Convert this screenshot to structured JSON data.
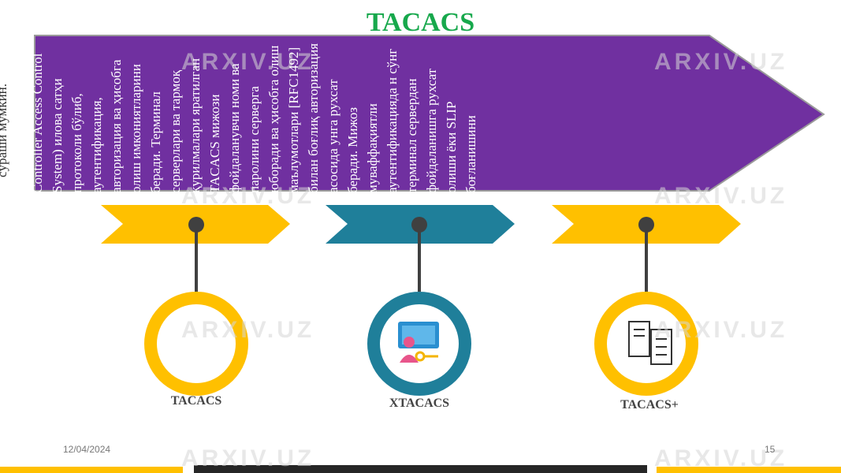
{
  "title": "TACACS",
  "body_text": "TACACS (Terminal Access Controller Access Control System) илова сатҳи протоколи бўлиб, аутентификация, авторизация ва ҳисобга олиш имкониятларини беради. Терминал серверлари ва тармоқ қурилмалари яратилган TACACS мижози фойдаланувчи номи ва паролини серверга юборади ва ҳисобга олиш маълумотлари [RFC1492] билан боғлиқ авторизация асосида унга рухсат беради. Мижоз муваффақиятли аутентификацияда н сўнг терминал сервердан фойдаланишга рухсат олиши ёки SLIP боғланишини",
  "body_overflow": "сўраши мумкин.",
  "items": [
    {
      "label": "TACACS",
      "color": "#FFC000"
    },
    {
      "label": "XTACACS",
      "color": "#1F7F9A"
    },
    {
      "label": "TACACS+",
      "color": "#FFC000"
    }
  ],
  "banner_color": "#7030A0",
  "footer": {
    "date": "12/04/2024",
    "page": "15"
  },
  "watermark": "ARXIV.UZ"
}
